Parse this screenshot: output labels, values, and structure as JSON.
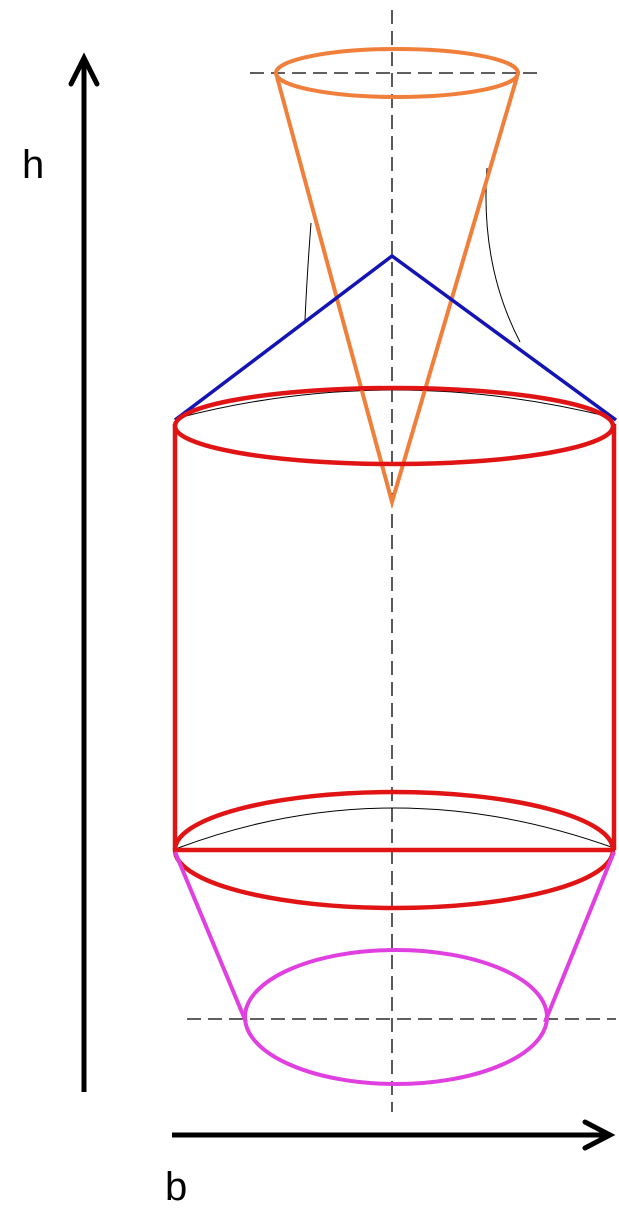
{
  "labels": {
    "vertical_axis": "h",
    "horizontal_axis": "b"
  },
  "colors": {
    "axis": "#000000",
    "centerline": "#000000",
    "outline": "#000000",
    "cone": "#f07f3c",
    "roof": "#1414b4",
    "cylinder": "#e01414",
    "frustum": "#e040e0",
    "background": "#ffffff"
  },
  "parts": [
    "inverted-cone",
    "roof-cone",
    "cylinder",
    "truncated-cone"
  ]
}
